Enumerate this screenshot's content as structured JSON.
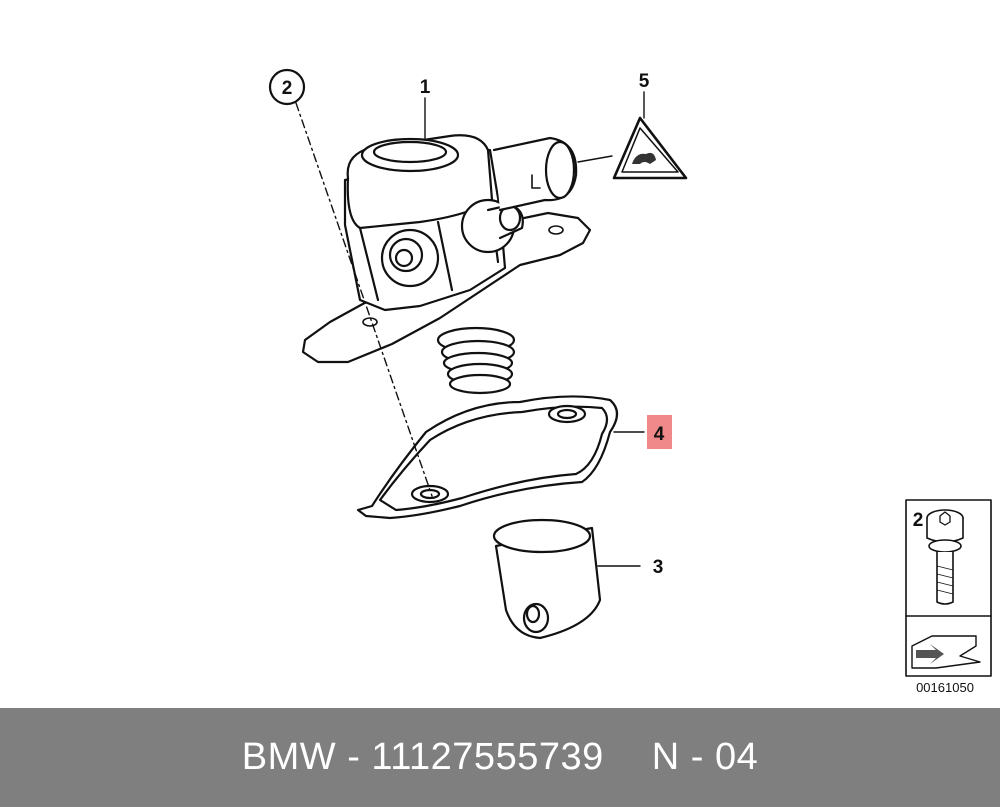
{
  "callouts": {
    "c1": "1",
    "c2": "2",
    "c3": "3",
    "c4": "4",
    "c5": "5",
    "inset_label": "2"
  },
  "diagram_code": "00161050",
  "highlight_color": "#f08a8a",
  "footer": {
    "part_text": "BMW - 11127555739",
    "position_text": "N - 04"
  }
}
